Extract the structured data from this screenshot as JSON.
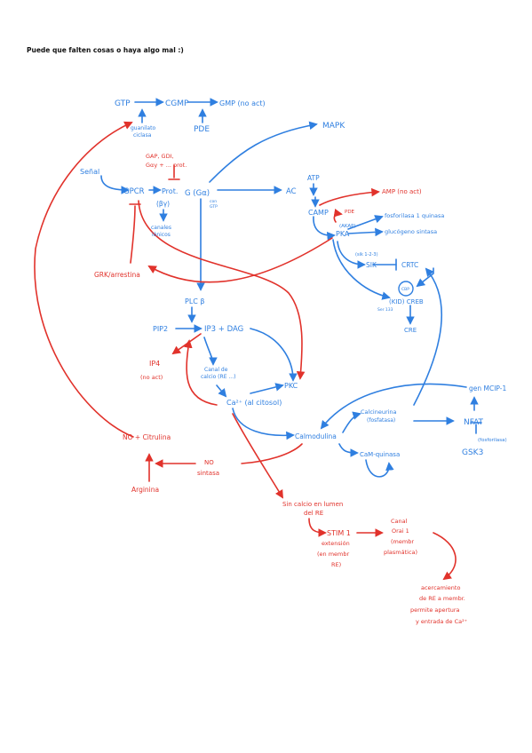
{
  "note": "Puede que falten cosas o haya algo mal :)",
  "colors": {
    "blue": "#2f7fe0",
    "red": "#e1322b",
    "black": "#111111"
  },
  "nodes": {
    "gtp": "GTP",
    "cgmp": "CGMP",
    "gmp": "GMP (no act)",
    "guanilato_1": "guanilato",
    "guanilato_2": "ciclasa",
    "pde_top": "PDE",
    "mapk": "MAPK",
    "gap_1": "GAP, GDI,",
    "gap_2": "Gαy + ... prot.",
    "senal": "Señal",
    "gpcr": "GPCR",
    "prot": "Prot.",
    "bg": "(βγ)",
    "g_ga": "G (Gα)",
    "con": "con",
    "gtp_small": "GTP",
    "canales_1": "canales",
    "canales_2": "iónicos",
    "atp": "ATP",
    "ac": "AC",
    "camp": "CAMP",
    "pde_red": "PDE",
    "amp": "AMP (no act)",
    "akap": "(AKAP)",
    "pka": "PKA",
    "fosforilasa": "fosforilasa 1 quinasa",
    "glucogeno": "glucógeno sintasa",
    "sik_small": "(sik 1-2-3)",
    "sik": "SIK",
    "crtc": "CRTC",
    "cbp": "CBP",
    "kid_creb": "(KID) CREB",
    "ser133": "Ser 133",
    "cre": "CRE",
    "grk": "GRK/arrestina",
    "plcb": "PLC β",
    "pip2": "PIP2",
    "ip3dag": "IP3 + DAG",
    "ip4_1": "IP4",
    "ip4_2": "(no act)",
    "canal_1": "Canal de",
    "canal_2": "calcio (RE ...)",
    "ca": "Ca²⁺ (al citosol)",
    "pkc": "PKC",
    "calmodulina": "Calmodulina",
    "calcineurina_1": "Calcineurina",
    "calcineurina_2": "(fosfatasa)",
    "gen": "gen MCIP-1",
    "nfat": "NFAT",
    "fosforilasa_small": "(fosforilasa)",
    "gsk3": "GSK3",
    "cam_quinasa": "CaM-quinasa",
    "no_cit": "NO + Citrulina",
    "no_sint_1": "NO",
    "no_sint_2": "sintasa",
    "arginina": "Arginina",
    "sin_calcio_1": "Sin calcio en lumen",
    "sin_calcio_2": "del RE",
    "stim_1": "STIM 1",
    "stim_2": "extensión",
    "stim_3": "(en membr",
    "stim_4": "RE)",
    "orai_1": "Canal",
    "orai_2": "Orai 1",
    "orai_3": "(membr",
    "orai_4": "plasmática)",
    "acerc_1": "acercamiento",
    "acerc_2": "de RE a membr.",
    "acerc_3": "permite apertura",
    "acerc_4": "y entrada de Ca²⁺"
  }
}
